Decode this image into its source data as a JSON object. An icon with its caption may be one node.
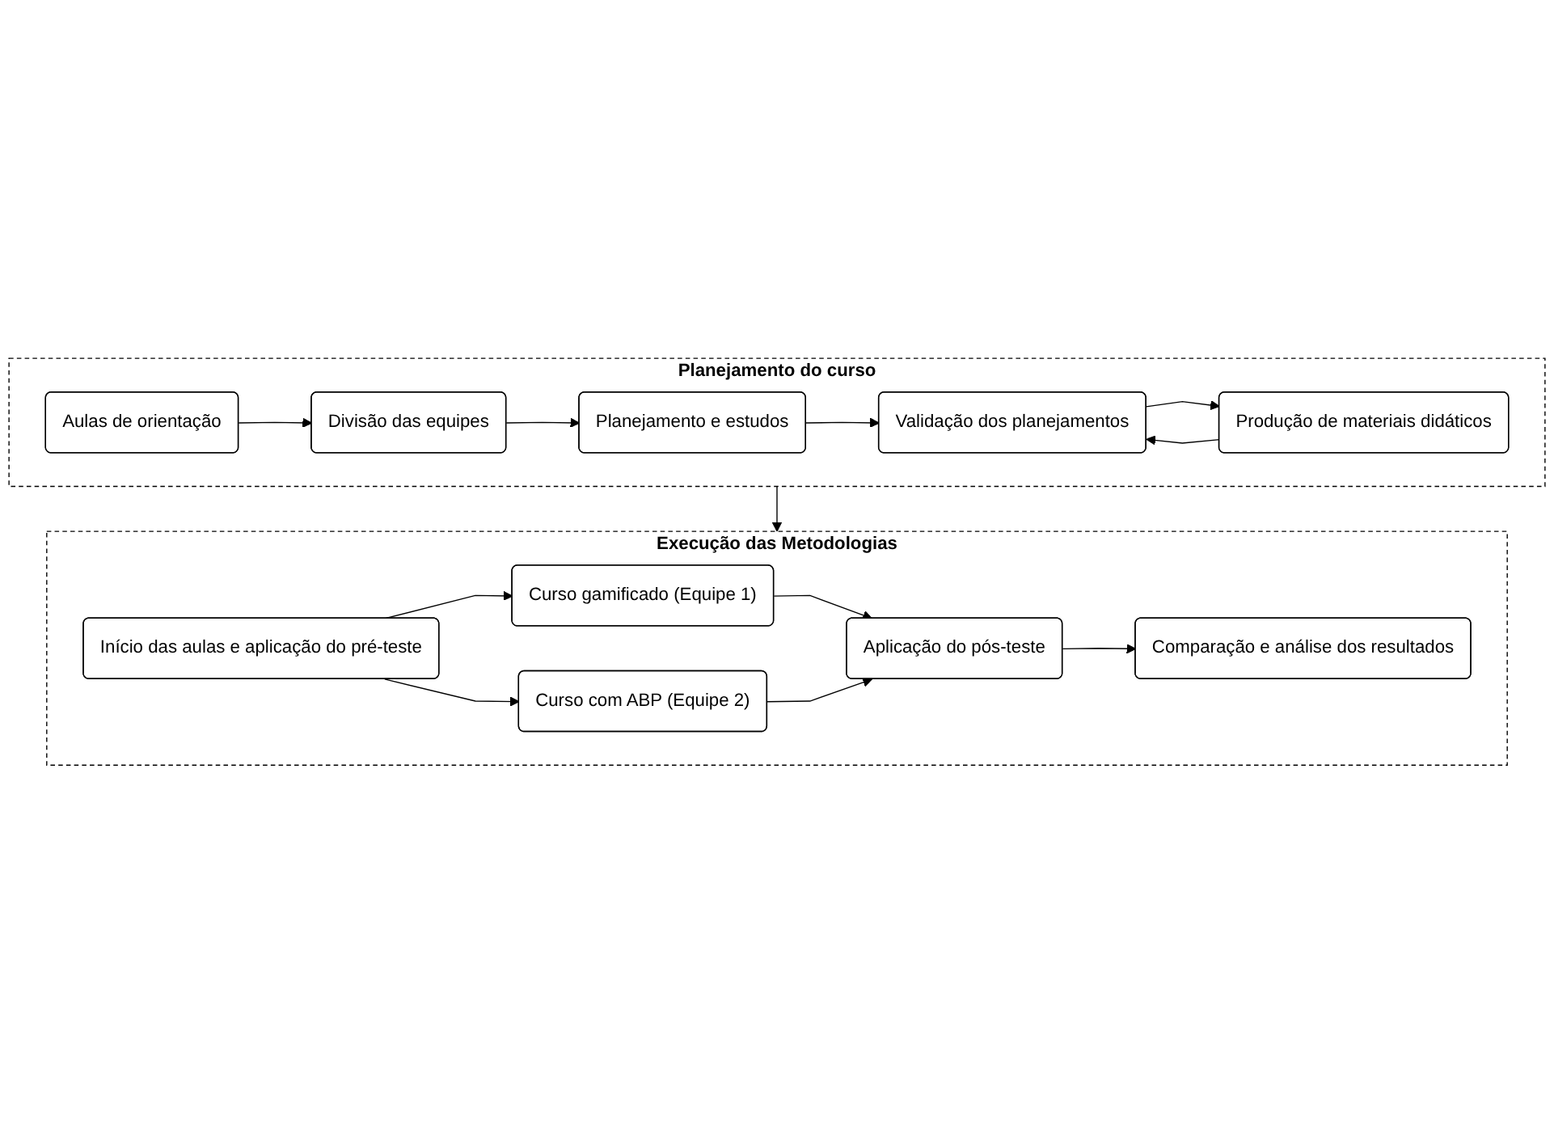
{
  "diagram": {
    "nodes": [
      {
        "text": [
          "Planejamento do curso"
        ]
      },
      {
        "text": [
          "Aulas de orientação"
        ],
        "in": 0
      },
      {
        "text": [
          "Divisão das equipes"
        ],
        "in": 0
      },
      {
        "text": [
          "Planejamento e estudos"
        ],
        "in": 0
      },
      {
        "text": [
          "Validação dos planejamentos"
        ],
        "in": 0
      },
      {
        "text": [
          "Produção de materiais didáticos"
        ],
        "in": 0
      },
      {
        "text": [
          "Execução das Metodologias"
        ]
      },
      {
        "text": [
          "Início das aulas e aplicação do pré-teste"
        ],
        "in": 6
      },
      {
        "text": [
          "Curso gamificado (Equipe 1)"
        ],
        "in": 6
      },
      {
        "text": [
          "Curso com ABP (Equipe 2)"
        ],
        "in": 6
      },
      {
        "text": [
          "Aplicação do pós-teste"
        ],
        "in": 6
      },
      {
        "text": [
          "Comparação e análise dos resultados"
        ],
        "in": 6
      }
    ],
    "edges": [
      {
        "from": 1,
        "to": 2,
        "arrow": "to"
      },
      {
        "from": 2,
        "to": 3,
        "arrow": "to"
      },
      {
        "from": 3,
        "to": 4,
        "arrow": "to"
      },
      {
        "from": 4,
        "to": 5,
        "arrow": "to"
      },
      {
        "from": 5,
        "to": 4,
        "arrow": "to"
      },
      {
        "from": 0,
        "to": 6,
        "arrow": "to"
      },
      {
        "from": 7,
        "to": 8,
        "arrow": "to"
      },
      {
        "from": 7,
        "to": 9,
        "arrow": "to"
      },
      {
        "from": 8,
        "to": 10,
        "arrow": "to"
      },
      {
        "from": 9,
        "to": 10,
        "arrow": "to"
      },
      {
        "from": 10,
        "to": 11,
        "arrow": "to"
      }
    ]
  }
}
